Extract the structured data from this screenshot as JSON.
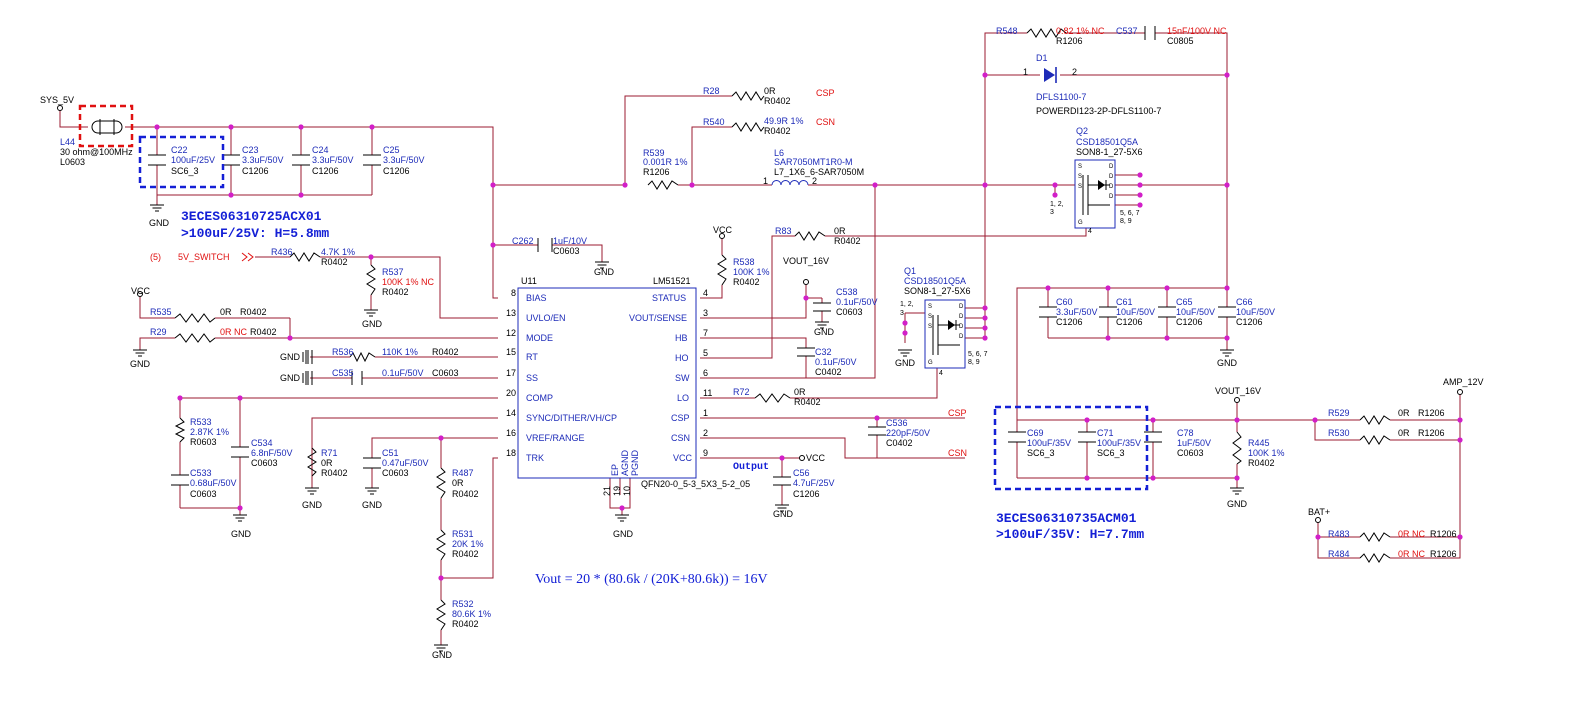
{
  "ic": {
    "ref": "U11",
    "part": "LM51521",
    "package": "QFN20-0_5-3_5X3_5-2_05",
    "left_pins": [
      {
        "num": "8",
        "name": "BIAS"
      },
      {
        "num": "13",
        "name": "UVLO/EN"
      },
      {
        "num": "12",
        "name": "MODE"
      },
      {
        "num": "15",
        "name": "RT"
      },
      {
        "num": "17",
        "name": "SS"
      },
      {
        "num": "20",
        "name": "COMP"
      },
      {
        "num": "14",
        "name": "SYNC/DITHER/VH/CP"
      },
      {
        "num": "16",
        "name": "VREF/RANGE"
      },
      {
        "num": "18",
        "name": "TRK"
      }
    ],
    "right_pins": [
      {
        "num": "4",
        "name": "STATUS"
      },
      {
        "num": "3",
        "name": "VOUT/SENSE"
      },
      {
        "num": "7",
        "name": "HB"
      },
      {
        "num": "5",
        "name": "HO"
      },
      {
        "num": "6",
        "name": "SW"
      },
      {
        "num": "11",
        "name": "LO"
      },
      {
        "num": "1",
        "name": "CSP"
      },
      {
        "num": "2",
        "name": "CSN"
      },
      {
        "num": "9",
        "name": "VCC"
      }
    ],
    "bottom_pins": [
      {
        "num": "21",
        "name": "EP"
      },
      {
        "num": "19",
        "name": "AGND"
      },
      {
        "num": "10",
        "name": "PGND"
      }
    ]
  },
  "nets": {
    "sys5v": "SYS_5V",
    "gnd": "GND",
    "vcc": "VCC",
    "vout16": "VOUT_16V",
    "csp": "CSP",
    "csn": "CSN",
    "switch": "5V_SWITCH",
    "switch_ref": "(5)",
    "amp12": "AMP_12V",
    "batp": "BAT+",
    "output": "Output"
  },
  "parts": {
    "L44": {
      "ref": "L44",
      "v": "30 ohm@100MHz",
      "p": "L0603"
    },
    "C22": {
      "ref": "C22",
      "v": "100uF/25V",
      "p": "SC6_3"
    },
    "C23": {
      "ref": "C23",
      "v": "3.3uF/50V",
      "p": "C1206"
    },
    "C24": {
      "ref": "C24",
      "v": "3.3uF/50V",
      "p": "C1206"
    },
    "C25": {
      "ref": "C25",
      "v": "3.3uF/50V",
      "p": "C1206"
    },
    "R28": {
      "ref": "R28",
      "v": "0R",
      "p": "R0402"
    },
    "R540": {
      "ref": "R540",
      "v": "49.9R 1%",
      "p": "R0402"
    },
    "R539": {
      "ref": "R539",
      "v": "0.001R 1%",
      "p": "R1206"
    },
    "L6": {
      "ref": "L6",
      "v": "SAR7050MT1R0-M",
      "p": "L7_1X6_6-SAR7050M",
      "pin1": "1",
      "pin2": "2"
    },
    "R548": {
      "ref": "R548",
      "v": "0.82 1% NC",
      "p": "R1206"
    },
    "C537": {
      "ref": "C537",
      "v": "15nF/100V NC",
      "p": "C0805"
    },
    "D1": {
      "ref": "D1",
      "v": "DFLS1100-7",
      "p": "POWERDI123-2P-DFLS1100-7",
      "pin1": "1",
      "pin2": "2"
    },
    "Q2": {
      "ref": "Q2",
      "v": "CSD18501Q5A",
      "p": "SON8-1_27-5X6",
      "pins_a": "1, 2,",
      "pins_b": "3",
      "pins_c": "5, 6, 7",
      "pins_d": "8, 9",
      "pin_g": "4"
    },
    "Q1": {
      "ref": "Q1",
      "v": "CSD18501Q5A",
      "p": "SON8-1_27-5X6",
      "pins_a": "1, 2,",
      "pins_b": "3",
      "pins_c": "5, 6, 7",
      "pins_d": "8, 9",
      "pin_g": "4"
    },
    "C262": {
      "ref": "C262",
      "v": "1uF/10V",
      "p": "C0603"
    },
    "R436": {
      "ref": "R436",
      "v": "4.7K 1%",
      "p": "R0402"
    },
    "R537": {
      "ref": "R537",
      "v": "100K 1% NC",
      "p": "R0402"
    },
    "R535": {
      "ref": "R535",
      "v": "0R",
      "p": "R0402"
    },
    "R29": {
      "ref": "R29",
      "v": "0R NC",
      "p": "R0402"
    },
    "R536": {
      "ref": "R536",
      "v": "110K 1%",
      "p": "R0402"
    },
    "C535": {
      "ref": "C535",
      "v": "0.1uF/50V",
      "p": "C0603"
    },
    "R533": {
      "ref": "R533",
      "v": "2.87K 1%",
      "p": "R0603"
    },
    "C534": {
      "ref": "C534",
      "v": "6.8nF/50V",
      "p": "C0603"
    },
    "C533": {
      "ref": "C533",
      "v": "0.68uF/50V",
      "p": "C0603"
    },
    "R71": {
      "ref": "R71",
      "v": "0R",
      "p": "R0402"
    },
    "C51": {
      "ref": "C51",
      "v": "0.47uF/50V",
      "p": "C0603"
    },
    "R487": {
      "ref": "R487",
      "v": "0R",
      "p": "R0402"
    },
    "R531": {
      "ref": "R531",
      "v": "20K 1%",
      "p": "R0402"
    },
    "R532": {
      "ref": "R532",
      "v": "80.6K 1%",
      "p": "R0402"
    },
    "R538": {
      "ref": "R538",
      "v": "100K 1%",
      "p": "R0402"
    },
    "C538": {
      "ref": "C538",
      "v": "0.1uF/50V",
      "p": "C0603"
    },
    "R83": {
      "ref": "R83",
      "v": "0R",
      "p": "R0402"
    },
    "C32": {
      "ref": "C32",
      "v": "0.1uF/50V",
      "p": "C0402"
    },
    "R72": {
      "ref": "R72",
      "v": "0R",
      "p": "R0402"
    },
    "C536": {
      "ref": "C536",
      "v": "220pF/50V",
      "p": "C0402"
    },
    "C56": {
      "ref": "C56",
      "v": "4.7uF/25V",
      "p": "C1206"
    },
    "C60": {
      "ref": "C60",
      "v": "3.3uF/50V",
      "p": "C1206"
    },
    "C61": {
      "ref": "C61",
      "v": "10uF/50V",
      "p": "C1206"
    },
    "C65": {
      "ref": "C65",
      "v": "10uF/50V",
      "p": "C1206"
    },
    "C66": {
      "ref": "C66",
      "v": "10uF/50V",
      "p": "C1206"
    },
    "C69": {
      "ref": "C69",
      "v": "100uF/35V",
      "p": "SC6_3"
    },
    "C71": {
      "ref": "C71",
      "v": "100uF/35V",
      "p": "SC6_3"
    },
    "C78": {
      "ref": "C78",
      "v": "1uF/50V",
      "p": "C0603"
    },
    "R445": {
      "ref": "R445",
      "v": "100K 1%",
      "p": "R0402"
    },
    "R529": {
      "ref": "R529",
      "v": "0R",
      "p": "R1206"
    },
    "R530": {
      "ref": "R530",
      "v": "0R",
      "p": "R1206"
    },
    "R483": {
      "ref": "R483",
      "v": "0R NC",
      "p": "R1206"
    },
    "R484": {
      "ref": "R484",
      "v": "0R NC",
      "p": "R1206"
    }
  },
  "notes": {
    "n1a": "3ECES06310725ACX01",
    "n1b": ">100uF/25V: H=5.8mm",
    "n2a": "3ECES06310735ACM01",
    "n2b": ">100uF/35V: H=7.7mm",
    "formula": "Vout = 20 * (80.6k / (20K+80.6k)) = 16V"
  },
  "colors": {
    "wire": "#9b1b30",
    "junction": "#d21fc8",
    "ref_text": "#1d2bb8",
    "nc_text": "#e01010",
    "note": "#1420d6"
  }
}
